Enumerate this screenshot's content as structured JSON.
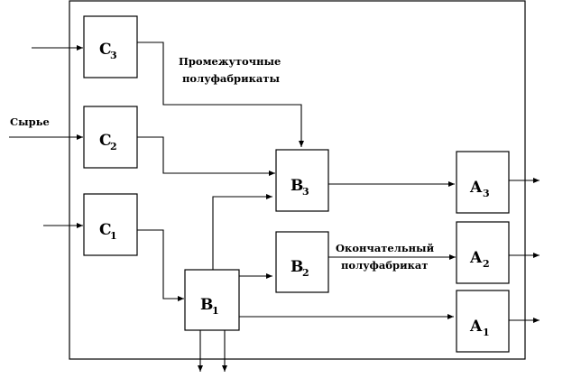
{
  "blocks": {
    "c3": {
      "letter": "C",
      "index": "3"
    },
    "c2": {
      "letter": "C",
      "index": "2"
    },
    "c1": {
      "letter": "C",
      "index": "1"
    },
    "b3": {
      "letter": "B",
      "index": "3"
    },
    "b2": {
      "letter": "B",
      "index": "2"
    },
    "b1": {
      "letter": "B",
      "index": "1"
    },
    "a3": {
      "letter": "A",
      "index": "3"
    },
    "a2": {
      "letter": "A",
      "index": "2"
    },
    "a1": {
      "letter": "A",
      "index": "1"
    }
  },
  "labels": {
    "raw": "Сырье",
    "intermediate_line1": "Промежуточные",
    "intermediate_line2": "полуфабрикаты",
    "final_line1": "Окончательный",
    "final_line2": "полуфабрикат"
  }
}
